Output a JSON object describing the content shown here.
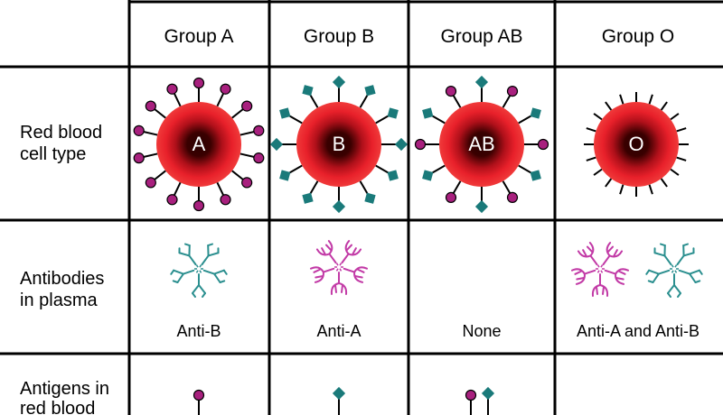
{
  "table": {
    "columns": [
      "Group A",
      "Group B",
      "Group AB",
      "Group O"
    ],
    "rows": {
      "cell_type": {
        "line1": "Red blood",
        "line2": "cell type"
      },
      "antibodies": {
        "line1": "Antibodies",
        "line2": "in plasma"
      },
      "antigens": {
        "line1": "Antigens in",
        "line2": "red blood"
      }
    },
    "cell_letters": [
      "A",
      "B",
      "AB",
      "O"
    ],
    "antibody_captions": [
      "Anti-B",
      "Anti-A",
      "None",
      "Anti-A and Anti-B"
    ]
  },
  "colors": {
    "grid": "#000000",
    "antigen_a": "#a8207e",
    "antigen_b": "#1a7a7a",
    "cell_red": "#e8202a",
    "cell_dark": "#300000",
    "antibody_anti_a": "#c23aa6",
    "antibody_anti_b": "#2b8f8f"
  },
  "icons": {
    "antigen_a": "circle-antigen-icon",
    "antigen_b": "diamond-antigen-icon",
    "cell": "red-blood-cell-icon",
    "antibody": "antibody-y-icon"
  }
}
